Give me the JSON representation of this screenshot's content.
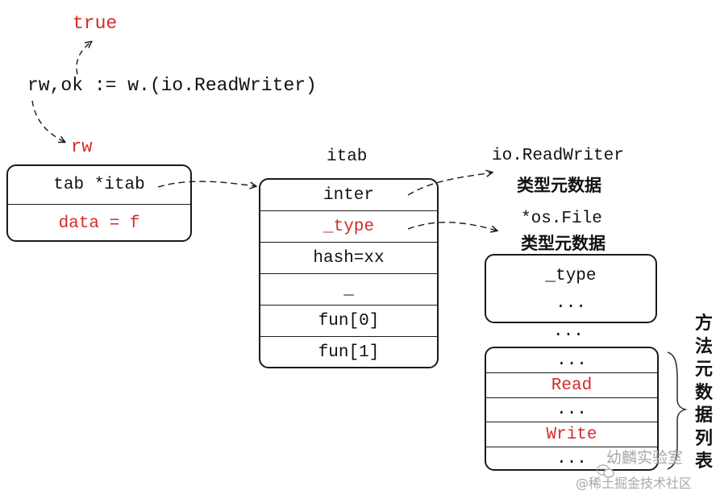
{
  "expr": {
    "result": "true",
    "code": "rw,ok := w.(io.ReadWriter)",
    "var": "rw"
  },
  "iface_box": {
    "rows": [
      "tab *itab",
      "data = f"
    ]
  },
  "itab": {
    "title": "itab",
    "rows": [
      "inter",
      "_type",
      "hash=xx",
      "_",
      "fun[0]",
      "fun[1]"
    ]
  },
  "targets": {
    "iface_type": "io.ReadWriter",
    "iface_meta": "类型元数据",
    "concrete_type": "*os.File",
    "concrete_meta": "类型元数据"
  },
  "type_box": {
    "rows": [
      "_type",
      "..."
    ]
  },
  "gap_dots": "...",
  "method_box": {
    "rows": [
      "...",
      "Read",
      "...",
      "Write",
      "..."
    ]
  },
  "method_label": [
    "方",
    "法",
    "元",
    "数",
    "据",
    "列",
    "表"
  ],
  "watermark": {
    "account": "幼麟实验室",
    "site": "@稀土掘金技术社区"
  },
  "colors": {
    "highlight": "#d42a2a",
    "stroke": "#1a1a1a"
  }
}
